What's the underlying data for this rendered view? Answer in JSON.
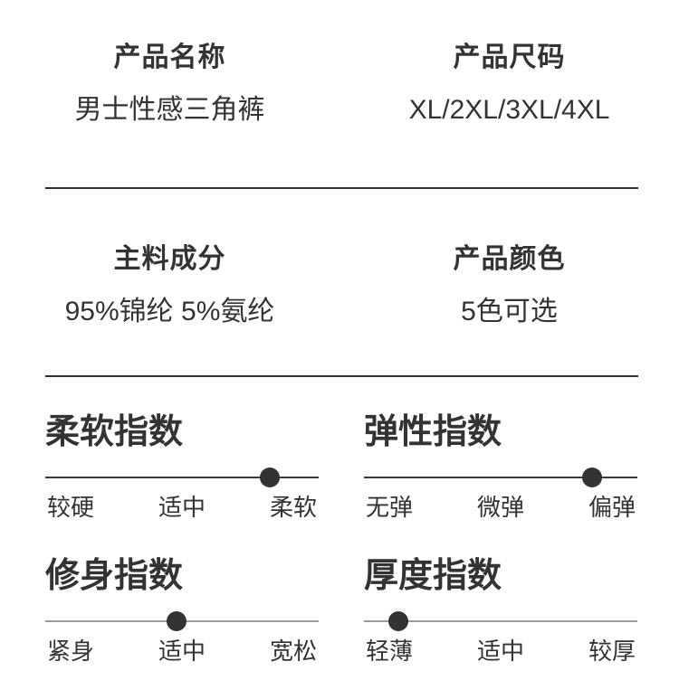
{
  "colors": {
    "text": "#333333",
    "divider": "#2f2f2f",
    "dot": "#333333",
    "line_dark": "#3a3a3a",
    "line_light": "#9b9b9b"
  },
  "specs": [
    {
      "label": "产品名称",
      "value": "男士性感三角裤"
    },
    {
      "label": "产品尺码",
      "value": "XL/2XL/3XL/4XL"
    },
    {
      "label": "主料成分",
      "value": "95%锦纶 5%氨纶"
    },
    {
      "label": "产品颜色",
      "value": "5色可选"
    }
  ],
  "indices": [
    {
      "title": "柔软指数",
      "labels": [
        "较硬",
        "适中",
        "柔软"
      ],
      "selected": "柔软",
      "dot_left": "82%",
      "line_color": "#3a3a3a"
    },
    {
      "title": "弹性指数",
      "labels": [
        "无弹",
        "微弹",
        "偏弹"
      ],
      "selected": "偏弹",
      "dot_left": "83.5%",
      "line_color": "#3a3a3a"
    },
    {
      "title": "修身指数",
      "labels": [
        "紧身",
        "适中",
        "宽松"
      ],
      "selected": "适中",
      "dot_left": "48%",
      "line_color": "#9b9b9b"
    },
    {
      "title": "厚度指数",
      "labels": [
        "轻薄",
        "适中",
        "较厚"
      ],
      "selected": "轻薄",
      "dot_left": "12.5%",
      "line_color": "#9b9b9b"
    }
  ]
}
